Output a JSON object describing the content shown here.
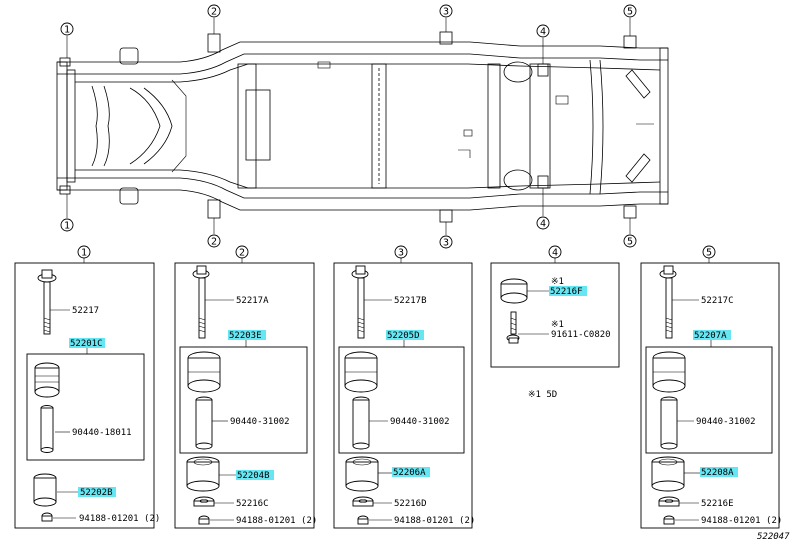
{
  "callouts": [
    "1",
    "2",
    "3",
    "4",
    "5"
  ],
  "groups": [
    {
      "num": "1",
      "bolt": "52217",
      "kit": "52201C",
      "spacer": "90440-18011",
      "lower": "52202B",
      "nut": "94188-01201 (2)"
    },
    {
      "num": "2",
      "bolt": "52217A",
      "kit": "52203E",
      "spacer": "90440-31002",
      "lower": "52204B",
      "washer": "52216C",
      "nut": "94188-01201 (2)"
    },
    {
      "num": "3",
      "bolt": "52217B",
      "kit": "52205D",
      "spacer": "90440-31002",
      "lower": "52206A",
      "washer": "52216D",
      "nut": "94188-01201 (2)"
    },
    {
      "num": "4",
      "mark1": "※1",
      "cushion": "52216F",
      "mark2": "※1",
      "bolt": "91611-C0820",
      "note": "※1 5D"
    },
    {
      "num": "5",
      "bolt": "52217C",
      "kit": "52207A",
      "spacer": "90440-31002",
      "lower": "52208A",
      "washer": "52216E",
      "nut": "94188-01201 (2)"
    }
  ],
  "figure_id": "522047",
  "colors": {
    "highlight": "#66e6f2",
    "line": "#000000"
  }
}
